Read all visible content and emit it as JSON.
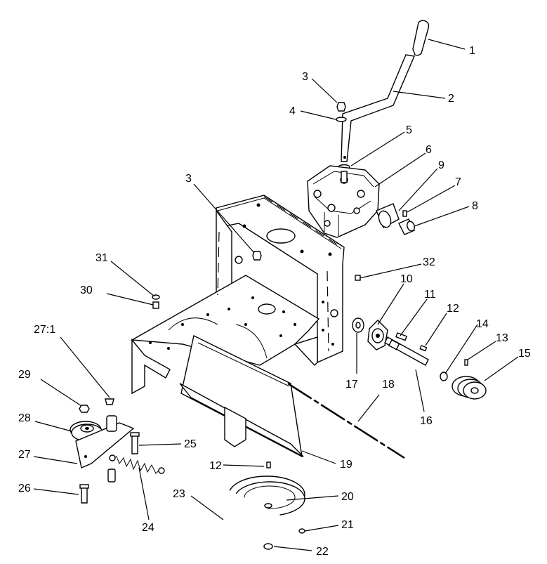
{
  "callouts": [
    {
      "id": "c1",
      "text": "1"
    },
    {
      "id": "c2",
      "text": "2"
    },
    {
      "id": "c3a",
      "text": "3"
    },
    {
      "id": "c4",
      "text": "4"
    },
    {
      "id": "c5",
      "text": "5"
    },
    {
      "id": "c6",
      "text": "6"
    },
    {
      "id": "c9",
      "text": "9"
    },
    {
      "id": "c7",
      "text": "7"
    },
    {
      "id": "c8",
      "text": "8"
    },
    {
      "id": "c3b",
      "text": "3"
    },
    {
      "id": "c31",
      "text": "31"
    },
    {
      "id": "c32",
      "text": "32"
    },
    {
      "id": "c30",
      "text": "30"
    },
    {
      "id": "c10",
      "text": "10"
    },
    {
      "id": "c11",
      "text": "11"
    },
    {
      "id": "c12a",
      "text": "12"
    },
    {
      "id": "c14",
      "text": "14"
    },
    {
      "id": "c13",
      "text": "13"
    },
    {
      "id": "c15",
      "text": "15"
    },
    {
      "id": "c27_1",
      "text": "27:1"
    },
    {
      "id": "c29",
      "text": "29"
    },
    {
      "id": "c17",
      "text": "17"
    },
    {
      "id": "c18",
      "text": "18"
    },
    {
      "id": "c16",
      "text": "16"
    },
    {
      "id": "c28",
      "text": "28"
    },
    {
      "id": "c25",
      "text": "25"
    },
    {
      "id": "c27",
      "text": "27"
    },
    {
      "id": "c19",
      "text": "19"
    },
    {
      "id": "c12b",
      "text": "12"
    },
    {
      "id": "c26",
      "text": "26"
    },
    {
      "id": "c24",
      "text": "24"
    },
    {
      "id": "c23",
      "text": "23"
    },
    {
      "id": "c20",
      "text": "20"
    },
    {
      "id": "c21",
      "text": "21"
    },
    {
      "id": "c22",
      "text": "22"
    }
  ]
}
